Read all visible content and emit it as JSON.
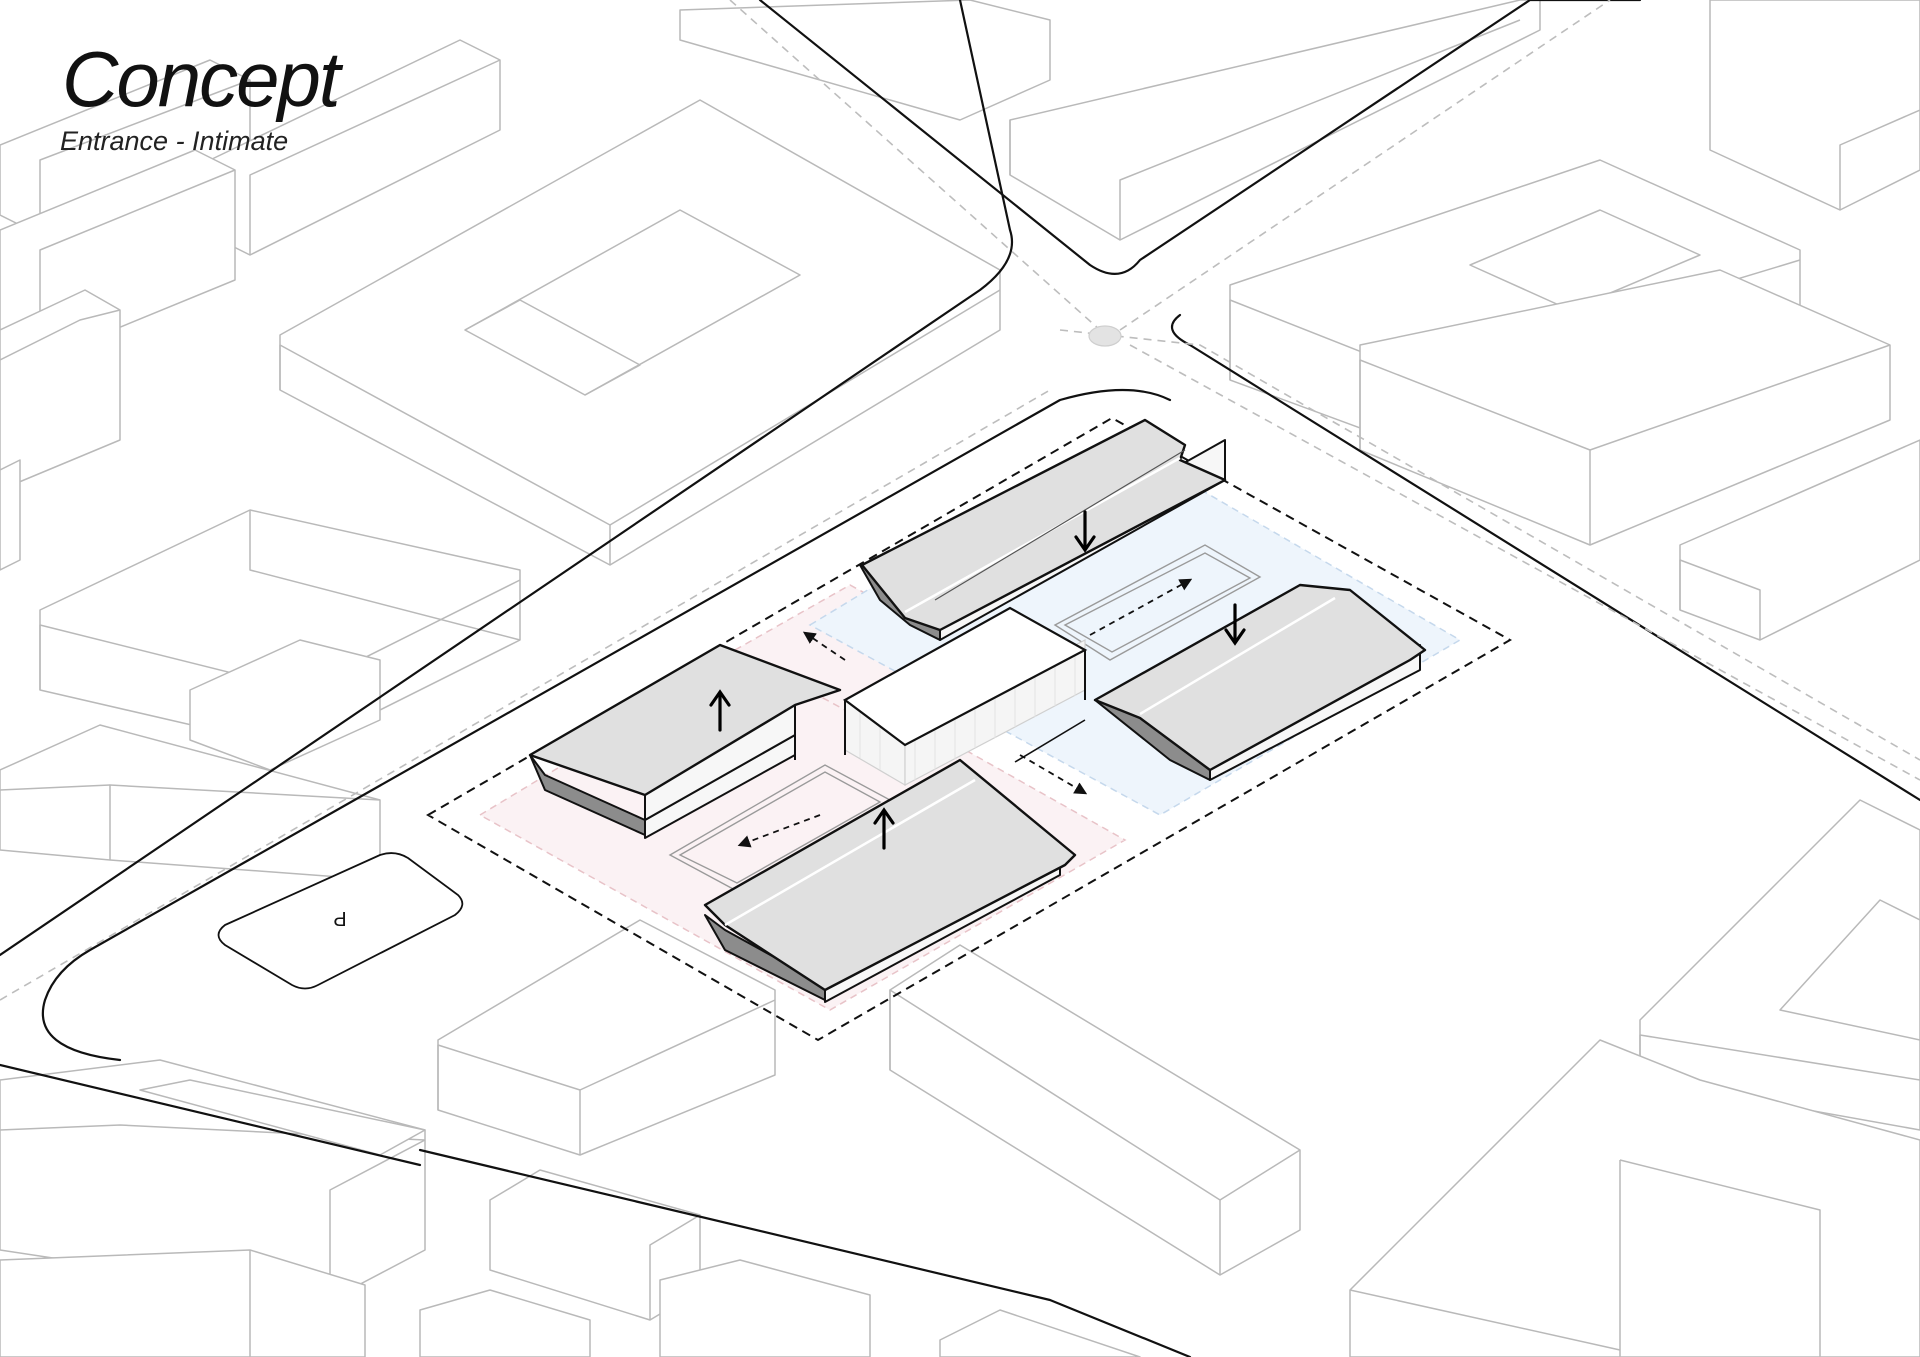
{
  "title": "Concept",
  "subtitle": "Entrance - Intimate",
  "parking_label": "P",
  "colors": {
    "zone_pink": "#fbf2f4",
    "zone_blue": "#eef5fc",
    "roof": "#e0e0e0",
    "context_line": "#b9b9b9",
    "road_line": "#111111"
  },
  "icons": [
    "arrow-up-icon",
    "arrow-down-icon",
    "dashed-flow-arrow"
  ]
}
